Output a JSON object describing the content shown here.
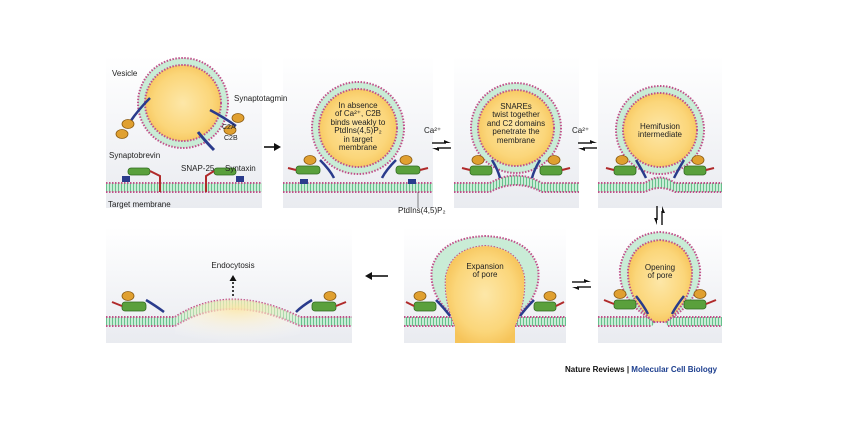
{
  "panel1": {
    "vesicle": "Vesicle",
    "synaptotagmin": "Synaptotagmin",
    "c2a": "C2A",
    "c2b": "C2B",
    "synaptobrevin": "Synaptobrevin",
    "snap25": "SNAP-25",
    "syntaxin": "Syntaxin",
    "target_membrane": "Target membrane"
  },
  "panel2": {
    "caption": [
      "In absence",
      "of Ca²⁺, C2B",
      "binds weakly to",
      "PtdIns(4,5)P₂",
      "in target",
      "membrane"
    ],
    "ptdins_label": "PtdIns(4,5)P₂"
  },
  "panel3": {
    "caption": [
      "SNAREs",
      "twist together",
      "and C2 domains",
      "penetrate the",
      "membrane"
    ]
  },
  "panel4": {
    "caption": [
      "Hemifusion",
      "intermediate"
    ]
  },
  "panel5": {
    "caption": [
      "Opening",
      "of pore"
    ]
  },
  "panel6": {
    "caption": [
      "Expansion",
      "of pore"
    ]
  },
  "panel7": {
    "caption": "Endocytosis"
  },
  "arrows": {
    "ca_label_1": "Ca²⁺",
    "ca_label_2": "Ca²⁺"
  },
  "credit": {
    "journal": "Nature Reviews",
    "separator": " | ",
    "subject": "Molecular Cell Biology"
  },
  "colors": {
    "panel_bg": "#eceef2",
    "lumen": "#fbd67a",
    "membrane_head": "#c0508a",
    "membrane_tail": "#8fd3ad",
    "synaptotagmin": "#e0a030",
    "synaptobrevin": "#2a3b8c",
    "snap25": "#5aa03c",
    "syntaxin": "#b02a2a",
    "credit_blue": "#1d3f8f"
  }
}
